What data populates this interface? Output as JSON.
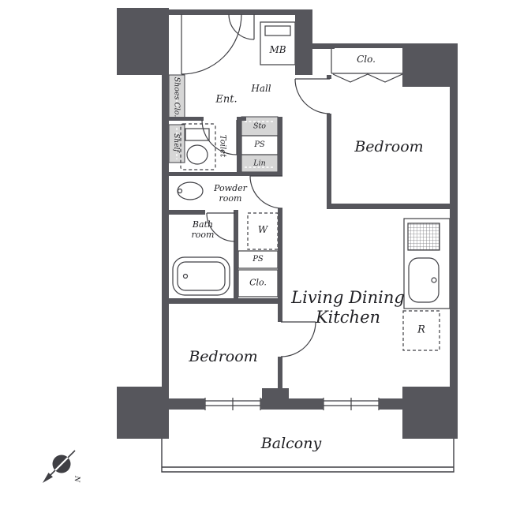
{
  "plan": {
    "rooms": {
      "mb": "MB",
      "closet_top": "Clo.",
      "shoes_closet": "Shoes Clo.",
      "entrance": "Ent.",
      "hall": "Hall",
      "shelf": "Shelf",
      "toilet": "Toilet",
      "storage": "Sto",
      "pipe_space_upper": "PS",
      "linen": "Lin",
      "powder_room_line1": "Powder",
      "powder_room_line2": "room",
      "washer": "W",
      "bath_room_line1": "Bath",
      "bath_room_line2": "room",
      "pipe_space_lower": "PS",
      "closet_middle": "Clo.",
      "bedroom_upper": "Bedroom",
      "ldk_line1": "Living Dining",
      "ldk_line2": "Kitchen",
      "refrigerator": "R",
      "bedroom_lower": "Bedroom",
      "balcony": "Balcony"
    },
    "compass": {
      "north": "N"
    },
    "colors": {
      "wall": "#56565c",
      "line": "#3f3f44",
      "shade": "#d6d6d6"
    }
  }
}
